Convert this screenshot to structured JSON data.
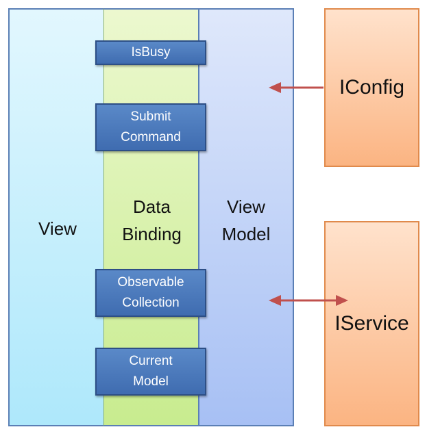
{
  "columns": {
    "view": {
      "label": "View"
    },
    "binding": {
      "line1": "Data",
      "line2": "Binding"
    },
    "view_model": {
      "line1": "View",
      "line2": "Model"
    }
  },
  "properties": [
    {
      "lines": [
        "IsBusy"
      ]
    },
    {
      "lines": [
        "Submit",
        "Command"
      ]
    },
    {
      "lines": [
        "Observable",
        "Collection"
      ]
    },
    {
      "lines": [
        "Current",
        "Model"
      ]
    }
  ],
  "dependencies": {
    "config": {
      "label": "IConfig"
    },
    "service": {
      "label": "IService"
    }
  },
  "colors": {
    "arrow": "#c0504d",
    "property_fill": "#4a78bb",
    "dependency_fill": "#fbb482"
  }
}
